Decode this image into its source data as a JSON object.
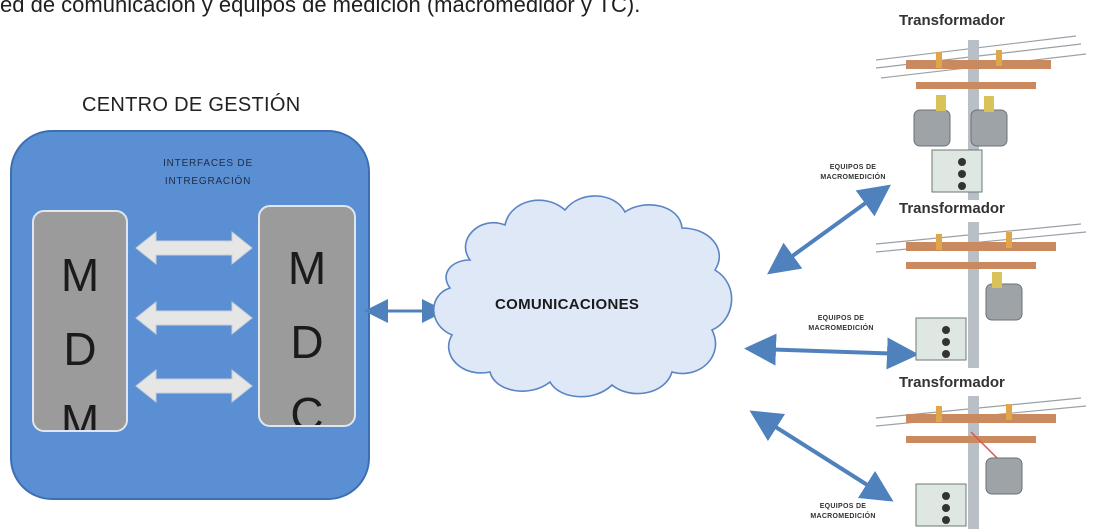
{
  "caption": "ed de comunicación y equipos de medición (macromedidor y TC).",
  "centro": {
    "title": "CENTRO DE GESTIÓN",
    "interfaces_line1": "INTERFACES DE",
    "interfaces_line2": "INTREGRACIÓN",
    "mdm": [
      "M",
      "D",
      "M"
    ],
    "mdc": [
      "M",
      "D",
      "C"
    ]
  },
  "cloud": {
    "label": "COMUNICACIONES"
  },
  "sites": [
    {
      "transformer": "Transformador",
      "equip_line1": "EQUIPOS DE",
      "equip_line2": "MACROMEDICIÓN"
    },
    {
      "transformer": "Transformador",
      "equip_line1": "EQUIPOS DE",
      "equip_line2": "MACROMEDICIÓN"
    },
    {
      "transformer": "Transformador",
      "equip_line1": "EQUIPOS DE",
      "equip_line2": "MACROMEDICIÓN"
    }
  ],
  "colors": {
    "centro_fill": "#5b8fd4",
    "module_fill": "#9b9b9b",
    "cloud_fill": "#dfe8f7",
    "link_arrow": "#4f81bd"
  }
}
